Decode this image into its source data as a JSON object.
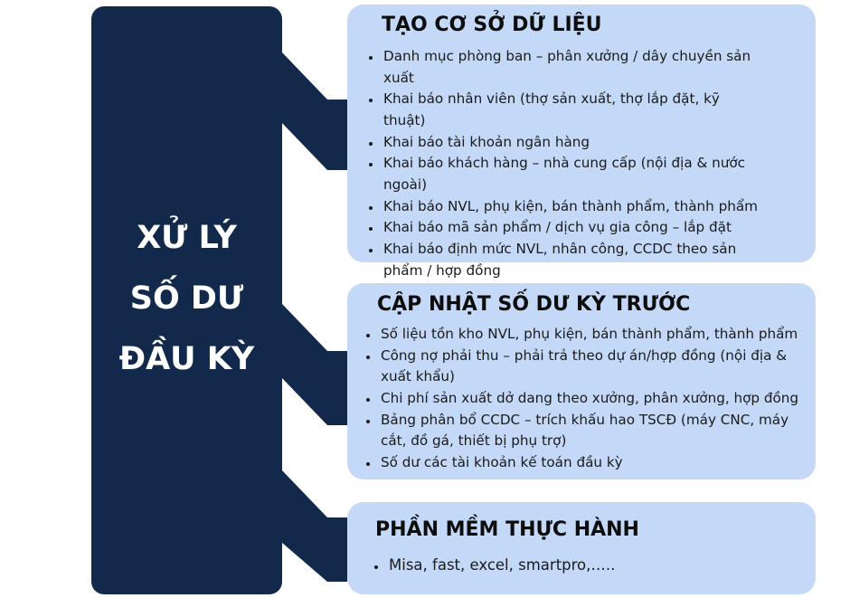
{
  "colors": {
    "main_block": "#13294b",
    "box_fill": "#c4d9f7",
    "main_text": "#ffffff",
    "heading_text": "#0d0d0d"
  },
  "main": {
    "title_lines": [
      "XỬ LÝ",
      "SỐ DƯ",
      "ĐẦU KỲ"
    ]
  },
  "sections": [
    {
      "heading": "TẠO CƠ SỞ DỮ LIỆU",
      "items": [
        "Danh mục phòng ban – phân xưởng / dây chuyền sản xuất",
        "Khai báo nhân viên (thợ sản xuất, thợ lắp đặt, kỹ thuật)",
        "Khai báo tài khoản ngân hàng",
        "Khai báo khách hàng – nhà cung cấp (nội địa & nước ngoài)",
        "Khai báo NVL, phụ kiện, bán thành phẩm, thành phẩm",
        "Khai báo mã sản phẩm / dịch vụ gia công – lắp đặt",
        "Khai báo định mức NVL, nhân công, CCDC theo sản phẩm / hợp đồng"
      ]
    },
    {
      "heading": "CẬP NHẬT SỐ DƯ KỲ TRƯỚC",
      "items": [
        "Số liệu tồn kho NVL, phụ kiện, bán thành phẩm, thành phẩm",
        "Công nợ phải thu – phải trả theo dự án/hợp đồng (nội địa & xuất khẩu)",
        "Chi phí sản xuất dở dang theo xưởng, phân xưởng, hợp đồng",
        "Bảng phân bổ CCDC – trích khấu hao TSCĐ (máy CNC, máy cắt, đồ gá, thiết bị phụ trợ)",
        "Số dư các tài khoản kế toán đầu kỳ"
      ]
    },
    {
      "heading": "PHẦN MỀM THỰC HÀNH",
      "items": [
        "Misa, fast, excel, smartpro,….."
      ]
    }
  ]
}
